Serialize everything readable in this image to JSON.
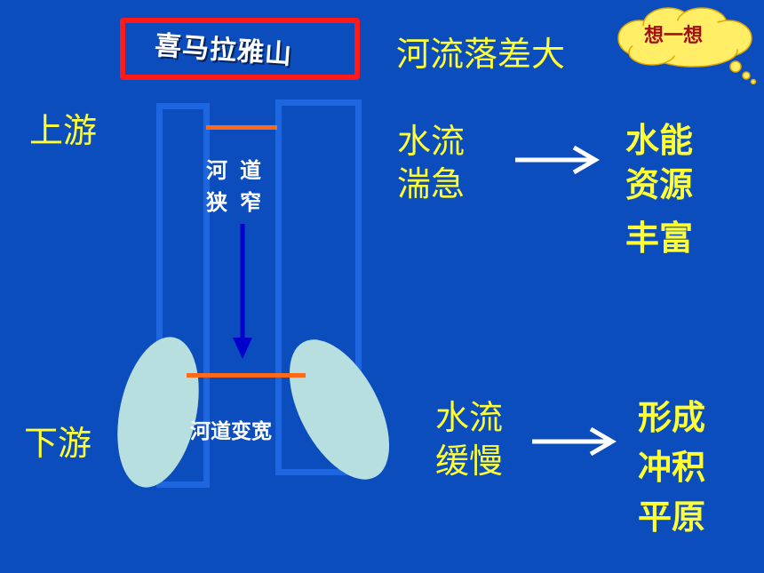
{
  "title": "喜马拉雅山",
  "drop_label": "河流落差大",
  "think_bubble": "想一想",
  "upstream_label": "上游",
  "downstream_label": "下游",
  "river": {
    "narrow_line1": "河道",
    "narrow_line2": "狭窄",
    "widen_label": "河道变宽"
  },
  "upper_effect": {
    "cause": [
      "水流",
      "湍急"
    ],
    "result": [
      "水能",
      "资源",
      "丰富"
    ]
  },
  "lower_effect": {
    "cause": [
      "水流",
      "缓慢"
    ],
    "result": [
      "形成",
      "冲积",
      "平原"
    ]
  },
  "colors": {
    "background": "#0c4dbd",
    "text_yellow": "#ffff33",
    "title_border": "#ff1a1a",
    "bank_line": "#ff6a1a",
    "lake": "#b8dfe0"
  }
}
